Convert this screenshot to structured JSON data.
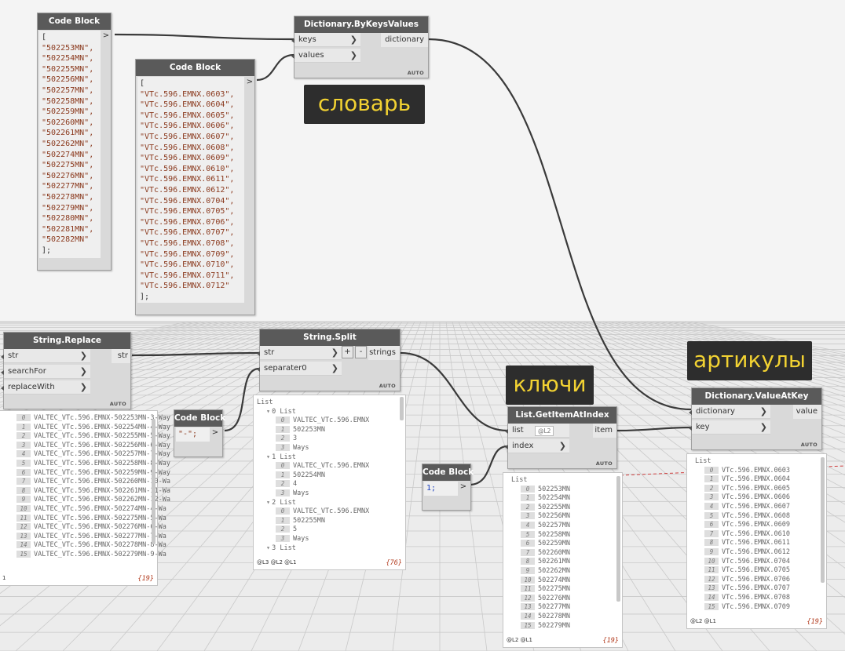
{
  "codeblock_keys": {
    "title": "Code Block",
    "lines": [
      "[",
      "\"502253MN\",",
      "\"502254MN\",",
      "\"502255MN\",",
      "\"502256MN\",",
      "\"502257MN\",",
      "\"502258MN\",",
      "\"502259MN\",",
      "\"502260MN\",",
      "\"502261MN\",",
      "\"502262MN\",",
      "\"502274MN\",",
      "\"502275MN\",",
      "\"502276MN\",",
      "\"502277MN\",",
      "\"502278MN\",",
      "\"502279MN\",",
      "\"502280MN\",",
      "\"502281MN\",",
      "\"502282MN\"",
      "];"
    ],
    "out": ">"
  },
  "codeblock_values": {
    "title": "Code Block",
    "lines": [
      "[",
      "\"VTc.596.EMNX.0603\",",
      "\"VTc.596.EMNX.0604\",",
      "\"VTc.596.EMNX.0605\",",
      "\"VTc.596.EMNX.0606\",",
      "\"VTc.596.EMNX.0607\",",
      "\"VTc.596.EMNX.0608\",",
      "\"VTc.596.EMNX.0609\",",
      "\"VTc.596.EMNX.0610\",",
      "\"VTc.596.EMNX.0611\",",
      "\"VTc.596.EMNX.0612\",",
      "\"VTc.596.EMNX.0704\",",
      "\"VTc.596.EMNX.0705\",",
      "\"VTc.596.EMNX.0706\",",
      "\"VTc.596.EMNX.0707\",",
      "\"VTc.596.EMNX.0708\",",
      "\"VTc.596.EMNX.0709\",",
      "\"VTc.596.EMNX.0710\",",
      "\"VTc.596.EMNX.0711\",",
      "\"VTc.596.EMNX.0712\"",
      "];"
    ],
    "out": ">"
  },
  "dict_bykeys": {
    "title": "Dictionary.ByKeysValues",
    "in_keys": "keys",
    "in_values": "values",
    "out": "dictionary",
    "auto": "AUTO"
  },
  "label_slovar": "словарь",
  "label_artikuly": "артикулы",
  "label_klyuchi": "ключи",
  "string_replace": {
    "title": "String.Replace",
    "inputs": [
      "str",
      "searchFor",
      "replaceWith"
    ],
    "out": "str",
    "auto": "AUTO",
    "preview_rows": [
      {
        "i": "0",
        "t": "VALTEC_VTc.596.EMNX-502253MN-3-Way"
      },
      {
        "i": "1",
        "t": "VALTEC_VTc.596.EMNX-502254MN-4-Way"
      },
      {
        "i": "2",
        "t": "VALTEC_VTc.596.EMNX-502255MN-5-Way"
      },
      {
        "i": "3",
        "t": "VALTEC_VTc.596.EMNX-502256MN-6-Way"
      },
      {
        "i": "4",
        "t": "VALTEC_VTc.596.EMNX-502257MN-7-Way"
      },
      {
        "i": "5",
        "t": "VALTEC_VTc.596.EMNX-502258MN-8-Way"
      },
      {
        "i": "6",
        "t": "VALTEC_VTc.596.EMNX-502259MN-9-Way"
      },
      {
        "i": "7",
        "t": "VALTEC_VTc.596.EMNX-502260MN-10-Wa"
      },
      {
        "i": "8",
        "t": "VALTEC_VTc.596.EMNX-502261MN-11-Wa"
      },
      {
        "i": "9",
        "t": "VALTEC_VTc.596.EMNX-502262MN-12-Wa"
      },
      {
        "i": "10",
        "t": "VALTEC_VTc.596.EMNX-502274MN-4-Wa"
      },
      {
        "i": "11",
        "t": "VALTEC_VTc.596.EMNX-502275MN-5-Wa"
      },
      {
        "i": "12",
        "t": "VALTEC_VTc.596.EMNX-502276MN-6-Wa"
      },
      {
        "i": "13",
        "t": "VALTEC_VTc.596.EMNX-502277MN-7-Wa"
      },
      {
        "i": "14",
        "t": "VALTEC_VTc.596.EMNX-502278MN-8-Wa"
      },
      {
        "i": "15",
        "t": "VALTEC_VTc.596.EMNX-502279MN-9-Wa"
      }
    ],
    "footer": "1",
    "count": "{19}"
  },
  "codeblock_sep": {
    "title": "Code Block",
    "text": "\"-\";",
    "out": ">"
  },
  "string_split": {
    "title": "String.Split",
    "inputs": [
      "str",
      "separater0"
    ],
    "out": "strings",
    "plus": "+",
    "minus": "-",
    "auto": "AUTO",
    "preview_rows": [
      {
        "lvl": 0,
        "i": "",
        "t": "List"
      },
      {
        "lvl": 1,
        "i": "",
        "t": "0 List"
      },
      {
        "lvl": 2,
        "i": "0",
        "t": "VALTEC_VTc.596.EMNX"
      },
      {
        "lvl": 2,
        "i": "1",
        "t": "502253MN"
      },
      {
        "lvl": 2,
        "i": "2",
        "t": "3"
      },
      {
        "lvl": 2,
        "i": "3",
        "t": "Ways"
      },
      {
        "lvl": 1,
        "i": "",
        "t": "1 List"
      },
      {
        "lvl": 2,
        "i": "0",
        "t": "VALTEC_VTc.596.EMNX"
      },
      {
        "lvl": 2,
        "i": "1",
        "t": "502254MN"
      },
      {
        "lvl": 2,
        "i": "2",
        "t": "4"
      },
      {
        "lvl": 2,
        "i": "3",
        "t": "Ways"
      },
      {
        "lvl": 1,
        "i": "",
        "t": "2 List"
      },
      {
        "lvl": 2,
        "i": "0",
        "t": "VALTEC_VTc.596.EMNX"
      },
      {
        "lvl": 2,
        "i": "1",
        "t": "502255MN"
      },
      {
        "lvl": 2,
        "i": "2",
        "t": "5"
      },
      {
        "lvl": 2,
        "i": "3",
        "t": "Ways"
      },
      {
        "lvl": 1,
        "i": "",
        "t": "3 List"
      }
    ],
    "footer": "@L3 @L2 @L1",
    "count": "{76}"
  },
  "codeblock_index": {
    "title": "Code Block",
    "text": "1;",
    "out": ">"
  },
  "list_getitem": {
    "title": "List.GetItemAtIndex",
    "in_list": "list",
    "in_index": "index",
    "lacing": "@L2",
    "out": "item",
    "auto": "AUTO",
    "preview_header": "List",
    "preview_rows": [
      {
        "i": "0",
        "t": "502253MN"
      },
      {
        "i": "1",
        "t": "502254MN"
      },
      {
        "i": "2",
        "t": "502255MN"
      },
      {
        "i": "3",
        "t": "502256MN"
      },
      {
        "i": "4",
        "t": "502257MN"
      },
      {
        "i": "5",
        "t": "502258MN"
      },
      {
        "i": "6",
        "t": "502259MN"
      },
      {
        "i": "7",
        "t": "502260MN"
      },
      {
        "i": "8",
        "t": "502261MN"
      },
      {
        "i": "9",
        "t": "502262MN"
      },
      {
        "i": "10",
        "t": "502274MN"
      },
      {
        "i": "11",
        "t": "502275MN"
      },
      {
        "i": "12",
        "t": "502276MN"
      },
      {
        "i": "13",
        "t": "502277MN"
      },
      {
        "i": "14",
        "t": "502278MN"
      },
      {
        "i": "15",
        "t": "502279MN"
      }
    ],
    "footer": "@L2 @L1",
    "count": "{19}"
  },
  "dict_valueatkey": {
    "title": "Dictionary.ValueAtKey",
    "in_dict": "dictionary",
    "in_key": "key",
    "out": "value",
    "auto": "AUTO",
    "preview_header": "List",
    "preview_rows": [
      {
        "i": "0",
        "t": "VTc.596.EMNX.0603"
      },
      {
        "i": "1",
        "t": "VTc.596.EMNX.0604"
      },
      {
        "i": "2",
        "t": "VTc.596.EMNX.0605"
      },
      {
        "i": "3",
        "t": "VTc.596.EMNX.0606"
      },
      {
        "i": "4",
        "t": "VTc.596.EMNX.0607"
      },
      {
        "i": "5",
        "t": "VTc.596.EMNX.0608"
      },
      {
        "i": "6",
        "t": "VTc.596.EMNX.0609"
      },
      {
        "i": "7",
        "t": "VTc.596.EMNX.0610"
      },
      {
        "i": "8",
        "t": "VTc.596.EMNX.0611"
      },
      {
        "i": "9",
        "t": "VTc.596.EMNX.0612"
      },
      {
        "i": "10",
        "t": "VTc.596.EMNX.0704"
      },
      {
        "i": "11",
        "t": "VTc.596.EMNX.0705"
      },
      {
        "i": "12",
        "t": "VTc.596.EMNX.0706"
      },
      {
        "i": "13",
        "t": "VTc.596.EMNX.0707"
      },
      {
        "i": "14",
        "t": "VTc.596.EMNX.0708"
      },
      {
        "i": "15",
        "t": "VTc.596.EMNX.0709"
      }
    ],
    "footer": "@L2 @L1",
    "count": "{19}"
  },
  "colors": {
    "header": "#5a5a5a",
    "node_body": "#d9d9d9",
    "wire": "#3a3a3a",
    "label_text": "#f2d232",
    "label_bg": "#2d2d2d",
    "code_string": "#8b3a1e",
    "count": "#b23b1e"
  }
}
